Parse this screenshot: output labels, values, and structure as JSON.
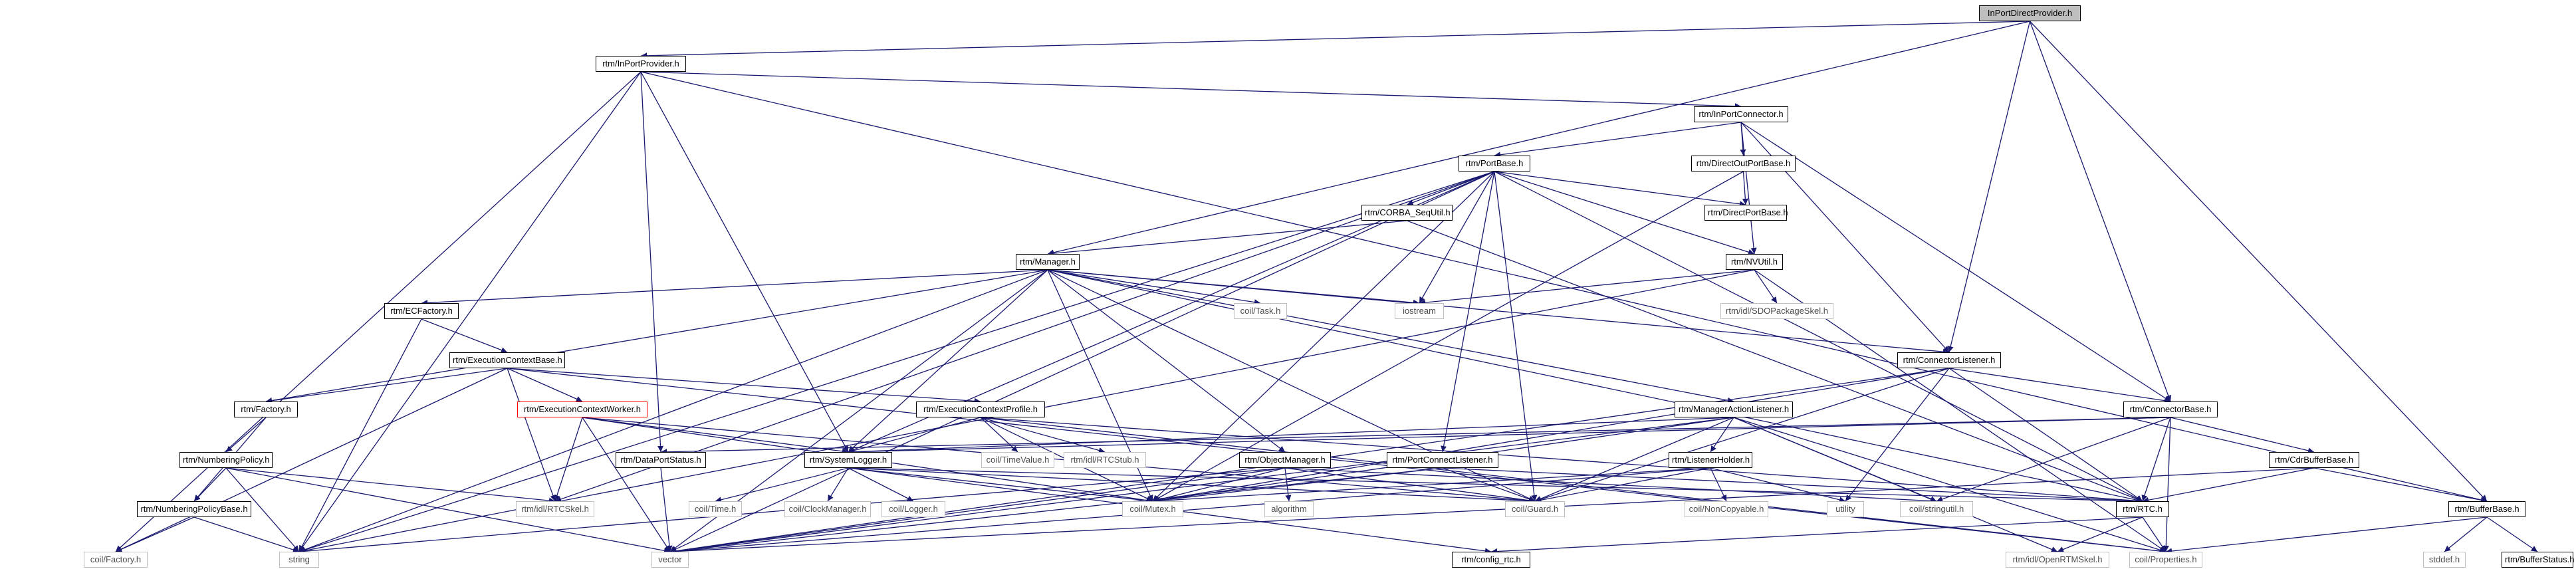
{
  "graph": {
    "nodes": {
      "n1": {
        "label": "InPortDirectProvider.h",
        "style": "root"
      },
      "n2": {
        "label": "rtm/InPortProvider.h",
        "style": "normal"
      },
      "n3": {
        "label": "rtm/InPortConnector.h",
        "style": "normal"
      },
      "n4": {
        "label": "rtm/PortBase.h",
        "style": "normal"
      },
      "n5": {
        "label": "rtm/DirectOutPortBase.h",
        "style": "normal"
      },
      "n6": {
        "label": "rtm/CORBA_SeqUtil.h",
        "style": "normal"
      },
      "n7": {
        "label": "rtm/DirectPortBase.h",
        "style": "normal"
      },
      "n8": {
        "label": "rtm/Manager.h",
        "style": "normal"
      },
      "n9": {
        "label": "rtm/NVUtil.h",
        "style": "normal"
      },
      "n10": {
        "label": "rtm/ECFactory.h",
        "style": "normal"
      },
      "n11": {
        "label": "coil/Task.h",
        "style": "gray"
      },
      "n12": {
        "label": "iostream",
        "style": "gray"
      },
      "n13": {
        "label": "rtm/idl/SDOPackageSkel.h",
        "style": "gray"
      },
      "n14": {
        "label": "rtm/ExecutionContextBase.h",
        "style": "normal"
      },
      "n15": {
        "label": "rtm/Factory.h",
        "style": "normal"
      },
      "n16": {
        "label": "rtm/ExecutionContextWorker.h",
        "style": "red"
      },
      "n17": {
        "label": "rtm/ExecutionContextProfile.h",
        "style": "normal"
      },
      "n18": {
        "label": "rtm/ConnectorListener.h",
        "style": "normal"
      },
      "n19": {
        "label": "rtm/ManagerActionListener.h",
        "style": "normal"
      },
      "n20": {
        "label": "rtm/ConnectorBase.h",
        "style": "normal"
      },
      "n21": {
        "label": "rtm/NumberingPolicy.h",
        "style": "normal"
      },
      "n22": {
        "label": "rtm/DataPortStatus.h",
        "style": "normal"
      },
      "n23": {
        "label": "rtm/SystemLogger.h",
        "style": "normal"
      },
      "n24": {
        "label": "coil/TimeValue.h",
        "style": "gray"
      },
      "n25": {
        "label": "rtm/idl/RTCStub.h",
        "style": "gray"
      },
      "n26": {
        "label": "rtm/ObjectManager.h",
        "style": "normal"
      },
      "n27": {
        "label": "rtm/PortConnectListener.h",
        "style": "normal"
      },
      "n28": {
        "label": "rtm/ListenerHolder.h",
        "style": "normal"
      },
      "n29": {
        "label": "rtm/CdrBufferBase.h",
        "style": "normal"
      },
      "n30": {
        "label": "rtm/NumberingPolicyBase.h",
        "style": "normal"
      },
      "n31": {
        "label": "rtm/idl/RTCSkel.h",
        "style": "gray"
      },
      "n32": {
        "label": "coil/Time.h",
        "style": "gray"
      },
      "n33": {
        "label": "coil/ClockManager.h",
        "style": "gray"
      },
      "n34": {
        "label": "coil/Logger.h",
        "style": "gray"
      },
      "n35": {
        "label": "coil/Mutex.h",
        "style": "gray"
      },
      "n36": {
        "label": "algorithm",
        "style": "gray"
      },
      "n37": {
        "label": "coil/Guard.h",
        "style": "gray"
      },
      "n38": {
        "label": "coil/NonCopyable.h",
        "style": "gray"
      },
      "n39": {
        "label": "utility",
        "style": "gray"
      },
      "n40": {
        "label": "coil/stringutil.h",
        "style": "gray"
      },
      "n41": {
        "label": "rtm/RTC.h",
        "style": "normal"
      },
      "n42": {
        "label": "rtm/BufferBase.h",
        "style": "normal"
      },
      "n43": {
        "label": "coil/Factory.h",
        "style": "gray"
      },
      "n44": {
        "label": "string",
        "style": "gray"
      },
      "n45": {
        "label": "vector",
        "style": "gray"
      },
      "n46": {
        "label": "rtm/config_rtc.h",
        "style": "normal"
      },
      "n47": {
        "label": "rtm/idl/OpenRTMSkel.h",
        "style": "gray"
      },
      "n48": {
        "label": "coil/Properties.h",
        "style": "gray"
      },
      "n49": {
        "label": "stddef.h",
        "style": "gray"
      },
      "n50": {
        "label": "rtm/BufferStatus.h",
        "style": "normal"
      }
    },
    "edges": [
      [
        "n1",
        "n2"
      ],
      [
        "n1",
        "n8"
      ],
      [
        "n1",
        "n18"
      ],
      [
        "n1",
        "n20"
      ],
      [
        "n1",
        "n42"
      ],
      [
        "n2",
        "n3"
      ],
      [
        "n2",
        "n23"
      ],
      [
        "n2",
        "n22"
      ],
      [
        "n2",
        "n43"
      ],
      [
        "n2",
        "n44"
      ],
      [
        "n2",
        "n42"
      ],
      [
        "n3",
        "n4"
      ],
      [
        "n3",
        "n5"
      ],
      [
        "n3",
        "n18"
      ],
      [
        "n3",
        "n20"
      ],
      [
        "n3",
        "n9"
      ],
      [
        "n4",
        "n6"
      ],
      [
        "n4",
        "n7"
      ],
      [
        "n4",
        "n9"
      ],
      [
        "n4",
        "n12"
      ],
      [
        "n4",
        "n27"
      ],
      [
        "n4",
        "n23"
      ],
      [
        "n4",
        "n37"
      ],
      [
        "n4",
        "n41"
      ],
      [
        "n4",
        "n44"
      ],
      [
        "n4",
        "n45"
      ],
      [
        "n4",
        "n35"
      ],
      [
        "n4",
        "n31"
      ],
      [
        "n5",
        "n7"
      ],
      [
        "n5",
        "n35"
      ],
      [
        "n6",
        "n8"
      ],
      [
        "n6",
        "n41"
      ],
      [
        "n8",
        "n10"
      ],
      [
        "n8",
        "n11"
      ],
      [
        "n8",
        "n12"
      ],
      [
        "n8",
        "n15"
      ],
      [
        "n8",
        "n19"
      ],
      [
        "n8",
        "n23"
      ],
      [
        "n8",
        "n26"
      ],
      [
        "n8",
        "n35"
      ],
      [
        "n8",
        "n37"
      ],
      [
        "n8",
        "n44"
      ],
      [
        "n8",
        "n45"
      ],
      [
        "n8",
        "n41"
      ],
      [
        "n8",
        "n18"
      ],
      [
        "n9",
        "n12"
      ],
      [
        "n9",
        "n13"
      ],
      [
        "n9",
        "n48"
      ],
      [
        "n9",
        "n44"
      ],
      [
        "n10",
        "n14"
      ],
      [
        "n10",
        "n44"
      ],
      [
        "n14",
        "n15"
      ],
      [
        "n14",
        "n16"
      ],
      [
        "n14",
        "n17"
      ],
      [
        "n14",
        "n31"
      ],
      [
        "n14",
        "n48"
      ],
      [
        "n14",
        "n43"
      ],
      [
        "n15",
        "n21"
      ],
      [
        "n15",
        "n30"
      ],
      [
        "n16",
        "n23"
      ],
      [
        "n16",
        "n31"
      ],
      [
        "n16",
        "n35"
      ],
      [
        "n16",
        "n45"
      ],
      [
        "n16",
        "n37"
      ],
      [
        "n17",
        "n23"
      ],
      [
        "n17",
        "n24"
      ],
      [
        "n17",
        "n25"
      ],
      [
        "n17",
        "n35"
      ],
      [
        "n17",
        "n48"
      ],
      [
        "n17",
        "n41"
      ],
      [
        "n18",
        "n20"
      ],
      [
        "n18",
        "n41"
      ],
      [
        "n18",
        "n37"
      ],
      [
        "n18",
        "n35"
      ],
      [
        "n18",
        "n39"
      ],
      [
        "n18",
        "n45"
      ],
      [
        "n19",
        "n28"
      ],
      [
        "n19",
        "n23"
      ],
      [
        "n19",
        "n40"
      ],
      [
        "n19",
        "n35"
      ],
      [
        "n19",
        "n37"
      ],
      [
        "n19",
        "n45"
      ],
      [
        "n19",
        "n47"
      ],
      [
        "n19",
        "n48"
      ],
      [
        "n20",
        "n29"
      ],
      [
        "n20",
        "n22"
      ],
      [
        "n20",
        "n41"
      ],
      [
        "n20",
        "n48"
      ],
      [
        "n20",
        "n40"
      ],
      [
        "n20",
        "n23"
      ],
      [
        "n21",
        "n30"
      ],
      [
        "n21",
        "n44"
      ],
      [
        "n21",
        "n45"
      ],
      [
        "n21",
        "n31"
      ],
      [
        "n22",
        "n45"
      ],
      [
        "n23",
        "n32"
      ],
      [
        "n23",
        "n33"
      ],
      [
        "n23",
        "n34"
      ],
      [
        "n23",
        "n35"
      ],
      [
        "n23",
        "n37"
      ],
      [
        "n23",
        "n46"
      ],
      [
        "n23",
        "n41"
      ],
      [
        "n26",
        "n35"
      ],
      [
        "n26",
        "n36"
      ],
      [
        "n26",
        "n45"
      ],
      [
        "n26",
        "n44"
      ],
      [
        "n26",
        "n37"
      ],
      [
        "n26",
        "n40"
      ],
      [
        "n27",
        "n37"
      ],
      [
        "n27",
        "n35"
      ],
      [
        "n27",
        "n41"
      ],
      [
        "n27",
        "n45"
      ],
      [
        "n28",
        "n38"
      ],
      [
        "n28",
        "n37"
      ],
      [
        "n28",
        "n39"
      ],
      [
        "n28",
        "n35"
      ],
      [
        "n28",
        "n45"
      ],
      [
        "n29",
        "n42"
      ],
      [
        "n29",
        "n41"
      ],
      [
        "n29",
        "n45"
      ],
      [
        "n30",
        "n43"
      ],
      [
        "n30",
        "n44"
      ],
      [
        "n41",
        "n46"
      ],
      [
        "n41",
        "n47"
      ],
      [
        "n41",
        "n48"
      ],
      [
        "n42",
        "n48"
      ],
      [
        "n42",
        "n49"
      ],
      [
        "n42",
        "n50"
      ]
    ]
  }
}
